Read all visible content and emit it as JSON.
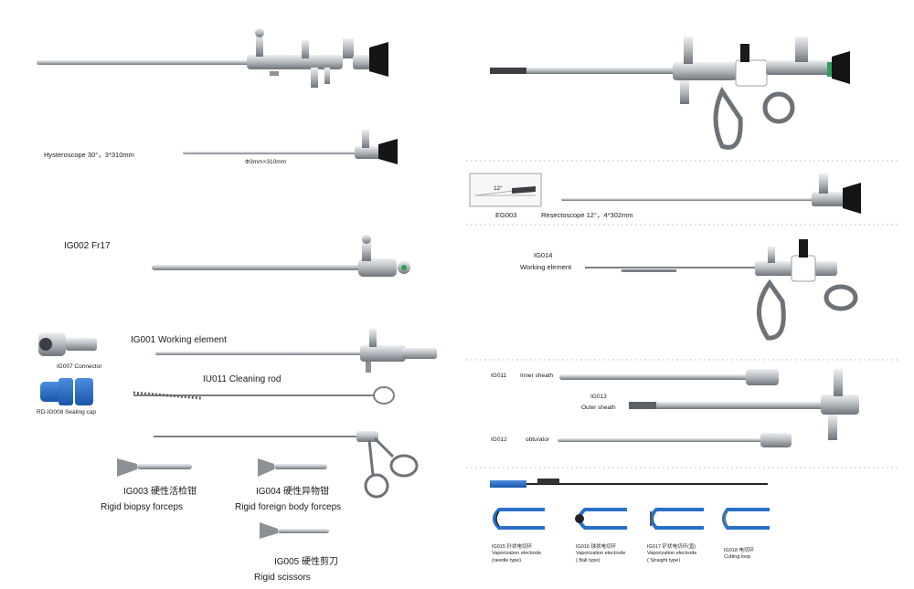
{
  "left_panel": {
    "hysteroscope": {
      "label": "Hysteroscope 30°，3*310mm",
      "dimension": "Φ3mm×310mm"
    },
    "ig002": {
      "label": "IG002 Fr17"
    },
    "ig001": {
      "label": "IG001  Working element"
    },
    "iu011": {
      "label": "IU011 Cleaning rod"
    },
    "ig007": {
      "label": "IG007 Connector"
    },
    "ig008": {
      "label": "RD-IG008 Sealing cap"
    },
    "ig003": {
      "code": "IG003 硬性活检钳",
      "name": "Rigid biopsy forceps"
    },
    "ig004": {
      "code": "IG004 硬性异物钳",
      "name": "Rigid foreign body forceps"
    },
    "ig005": {
      "code": "IG005 硬性剪刀",
      "name": "Rigid scissors"
    }
  },
  "right_panel": {
    "eg003": {
      "code": "EG003",
      "label": "Resectoscope 12°，4*302mm",
      "angle": "12°"
    },
    "ig014": {
      "code": "IG014",
      "label": "Working element"
    },
    "ig011": {
      "code": "IG011",
      "label": "Inner sheath"
    },
    "ig013": {
      "code": "IG013",
      "label": "Outer sheath"
    },
    "ig012": {
      "code": "IG012",
      "label": "obturator"
    },
    "electrodes": [
      {
        "line1": "IG015 针状电切环",
        "line2": "Vaporization electrode",
        "line3": "(needle type)"
      },
      {
        "line1": "IG016 球状电切环",
        "line2": "Vaporization electrode",
        "line3": "( Ball type)"
      },
      {
        "line1": "IG017 铲状电切环(直)",
        "line2": "Vaporization electrode",
        "line3": "( Straight type)"
      },
      {
        "line1": "IG018 电切环",
        "line2": "Cutting loop",
        "line3": ""
      }
    ]
  },
  "colors": {
    "steel": "#a8adb2",
    "steel_dark": "#6d7277",
    "accent_blue": "#2a6fc9",
    "eyepiece": "#151515",
    "green_ring": "#2f9e5a"
  }
}
